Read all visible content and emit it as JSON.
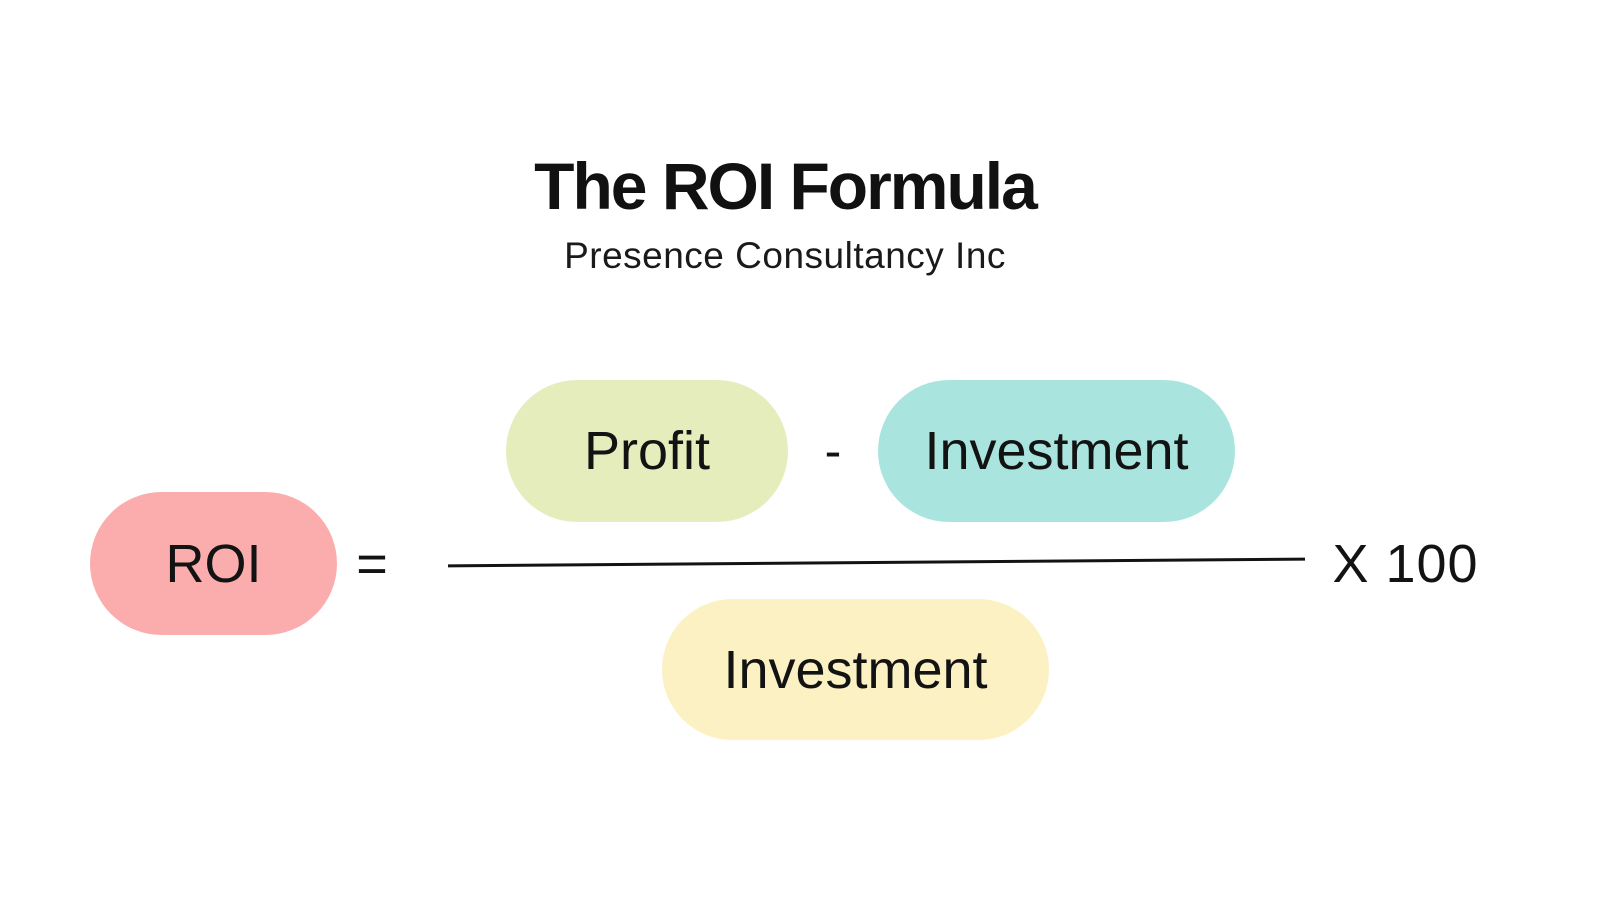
{
  "page": {
    "title": "The ROI Formula",
    "subtitle": "Presence Consultancy Inc",
    "background_color": "#ffffff",
    "text_color": "#131313"
  },
  "formula": {
    "result": {
      "label": "ROI",
      "fill_color": "#fbadae"
    },
    "equals_sign": "=",
    "numerator": {
      "profit": {
        "label": "Profit",
        "fill_color": "#e6edbd"
      },
      "minus_sign": "-",
      "investment": {
        "label": "Investment",
        "fill_color": "#a9e5de"
      }
    },
    "denominator": {
      "investment": {
        "label": "Investment",
        "fill_color": "#fbf1c2"
      }
    },
    "multiplier": "X 100"
  }
}
